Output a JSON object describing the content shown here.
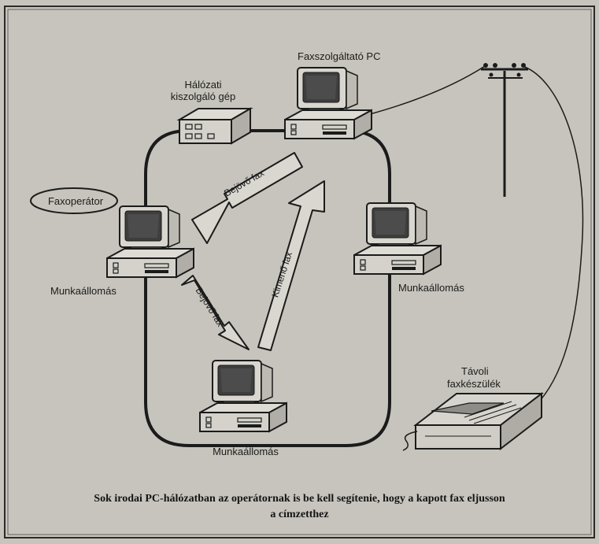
{
  "labels": {
    "fax_server_pc": "Faxszolgáltató PC",
    "network_server_line1": "Hálózati",
    "network_server_line2": "kiszolgáló gép",
    "fax_operator": "Faxoperátor",
    "workstation_left": "Munkaállomás",
    "workstation_right": "Munkaállomás",
    "workstation_bottom": "Munkaállomás",
    "remote_fax_line1": "Távoli",
    "remote_fax_line2": "faxkészülék"
  },
  "arrows": {
    "incoming_top": "Bejövő fax",
    "incoming_bottom": "Bejövő fax",
    "outgoing": "Kimenő fax"
  },
  "caption": {
    "line1": "Sok irodai PC-hálózatban az operátornak is be kell segítenie, hogy a kapott fax eljusson",
    "line2": "a címzetthez"
  },
  "colors": {
    "paper": "#c6c4bc",
    "ink": "#1b1b1b"
  }
}
